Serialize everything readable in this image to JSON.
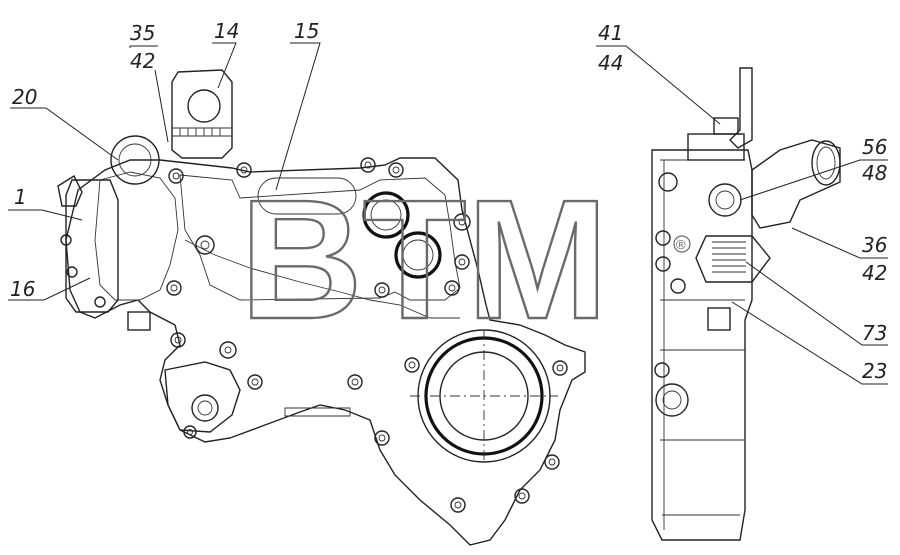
{
  "watermark": {
    "text": "BTM",
    "registered_mark": "®"
  },
  "callouts": {
    "c1": "1",
    "c16": "16",
    "c20": "20",
    "c35": "35",
    "c42a": "42",
    "c14": "14",
    "c15": "15",
    "c41": "41",
    "c44": "44",
    "c56": "56",
    "c48": "48",
    "c36": "36",
    "c42b": "42",
    "c73": "73",
    "c23": "23"
  }
}
